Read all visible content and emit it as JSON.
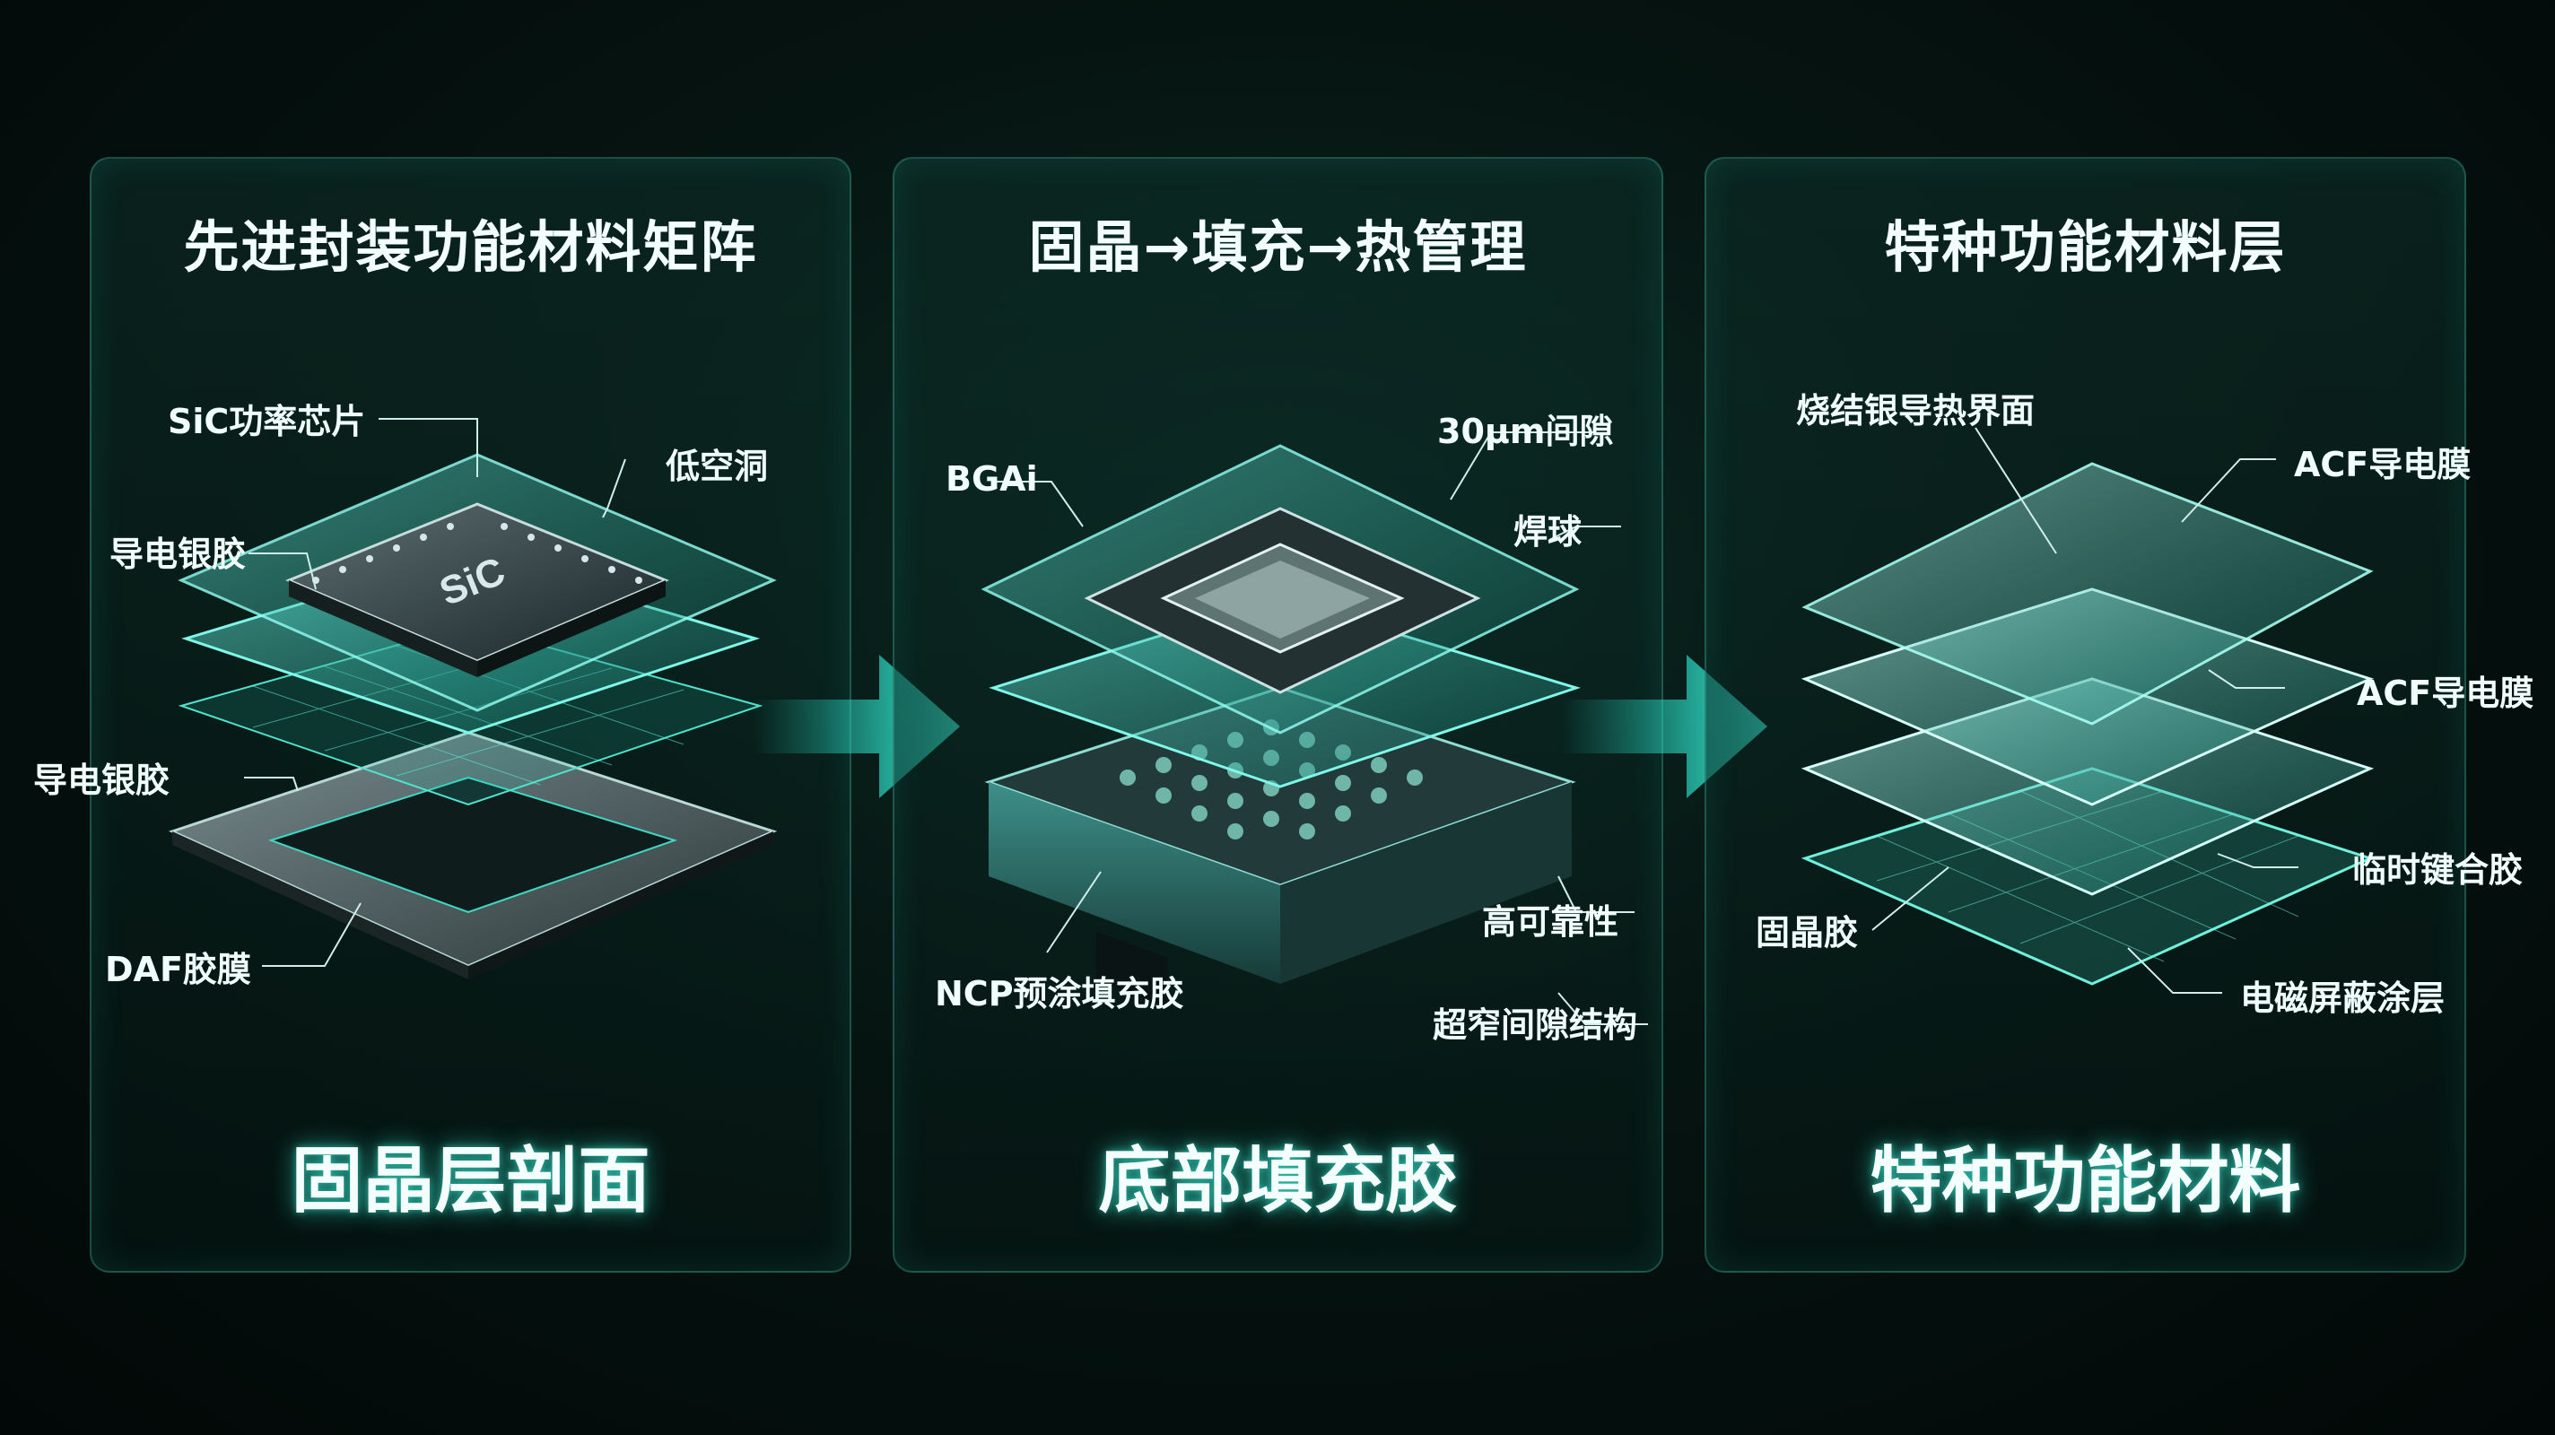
{
  "panels": [
    {
      "title": "先进封装功能材料矩阵",
      "footer": "固晶层剖面",
      "chip_mark": "SiC",
      "labels": {
        "sic_chip": "SiC功率芯片",
        "low_void": "低空洞",
        "conductive_glue_1": "导电银胶",
        "conductive_glue_2": "导电银胶",
        "daf": "DAF胶膜"
      }
    },
    {
      "title": "固晶→填充→热管理",
      "footer": "底部填充胶",
      "labels": {
        "gap": "30μm间隙",
        "bga": "BGAi",
        "solder_ball": "焊球",
        "high_reliability": "高可靠性",
        "ncp": "NCP预涂填充胶",
        "narrow_gap": "超窄间隙结构"
      }
    },
    {
      "title": "特种功能材料层",
      "footer": "特种功能材料",
      "labels": {
        "sintered_silver": "烧结银导热界面",
        "acf_1": "ACF导电膜",
        "acf_2": "ACF导电膜",
        "temp_bond": "临时键合胶",
        "die_attach": "固晶胶",
        "emi_coating": "电磁屏蔽涂层"
      }
    }
  ],
  "colors": {
    "accent": "#35f0d8",
    "glow": "#1fd6c0",
    "background": "#061411"
  }
}
